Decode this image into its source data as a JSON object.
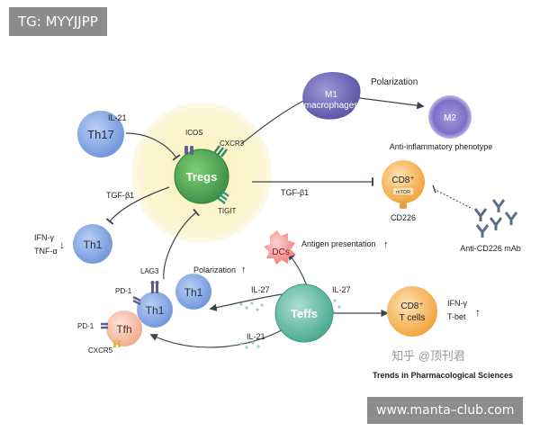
{
  "watermarks": {
    "top": "TG: MYYJJPP",
    "bottom": "www.manta–club.com"
  },
  "colors": {
    "tregs_glow": "#fbf3c2",
    "tregs_cell": "#4fa553",
    "th_cell": "#7aa0e0",
    "m1_cell": "#6f66b6",
    "m2_cell": "#7d72c4",
    "dc_cell": "#f58c8c",
    "cd8_cell": "#f2a33a",
    "tfh_cell": "#f3b49a",
    "teffs_cell": "#56b5a0",
    "arrow": "#4a4f5a",
    "antibody": "#5a6e8a"
  },
  "cells": {
    "th17": "Th17",
    "tregs": "Tregs",
    "th1_left": "Th1",
    "m1_line1": "M1",
    "m1_line2": "macrophages",
    "m2": "M2",
    "cd8_top": "CD8⁺",
    "mtor": "mTOR",
    "dcs": "DCs",
    "th1_mid": "Th1",
    "th1_lag3": "Th1",
    "tfh": "Tfh",
    "teffs": "Teffs",
    "cd8_bottom_line1": "CD8⁺",
    "cd8_bottom_line2": "T cells"
  },
  "labels": {
    "il21_top": "IL-21",
    "icos": "ICOS",
    "cxcr3": "CXCR3",
    "tigit": "TIGIT",
    "tgfb1_left": "TGF-β1",
    "tgfb1_right": "TGF-β1",
    "polarization_top": "Polarization",
    "anti_inflammatory": "Anti-inflammatory phenotype",
    "cd226": "CD226",
    "anti_cd226": "Anti-CD226 mAb",
    "ifng_left": "IFN-γ",
    "tnfa": "TNF-α",
    "antigen_presentation": "Antigen presentation",
    "lag3": "LAG3",
    "polarization_mid": "Polarization",
    "pd1_upper": "PD-1",
    "pd1_lower": "PD-1",
    "cxcr5": "CXCR5",
    "il27_left": "IL-27",
    "il27_right": "IL-27",
    "il21_bottom": "IL-21",
    "ifng_right": "IFN-γ",
    "tbet": "T-bet",
    "up_arrow": "↑",
    "down_arrow": "↓"
  },
  "credits": {
    "source": "Trends in Pharmacological Sciences",
    "zhihu": "知乎 @顶刊君"
  }
}
